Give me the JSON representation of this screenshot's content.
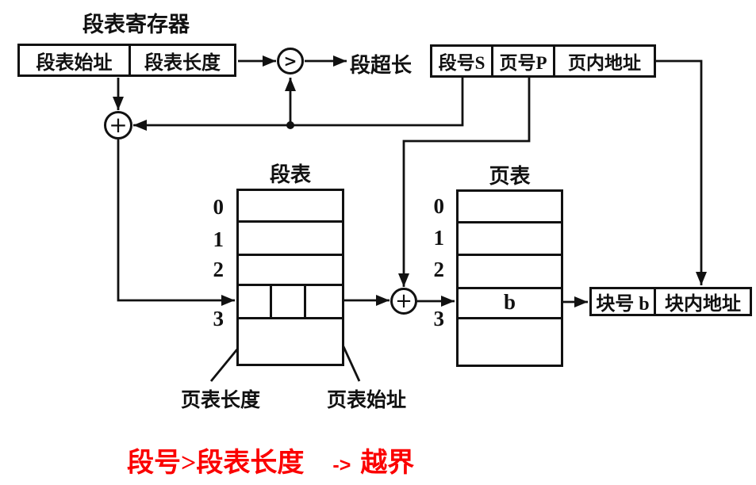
{
  "colors": {
    "ink": "#111111",
    "note_red": "#fb0000",
    "background": "#ffffff"
  },
  "register": {
    "title": "段表寄存器",
    "cells": [
      "段表始址",
      "段表长度"
    ]
  },
  "comparator": {
    "symbol": ">",
    "overflow_label": "段超长"
  },
  "adders": {
    "symbol": "+"
  },
  "logical_address": {
    "cells": [
      "段号S",
      "页号P",
      "页内地址"
    ]
  },
  "segment_table": {
    "title": "段表",
    "row_labels": [
      "0",
      "1",
      "2",
      "3"
    ],
    "callouts": [
      "页表长度",
      "页表始址"
    ]
  },
  "page_table": {
    "title": "页表",
    "row_labels": [
      "0",
      "1",
      "2",
      "3"
    ],
    "block_entry": "b"
  },
  "physical_address": {
    "cells": [
      "块号 b",
      "块内地址"
    ]
  },
  "note": {
    "condition": "段号>段表长度",
    "arrow": "->",
    "result": "越界"
  }
}
